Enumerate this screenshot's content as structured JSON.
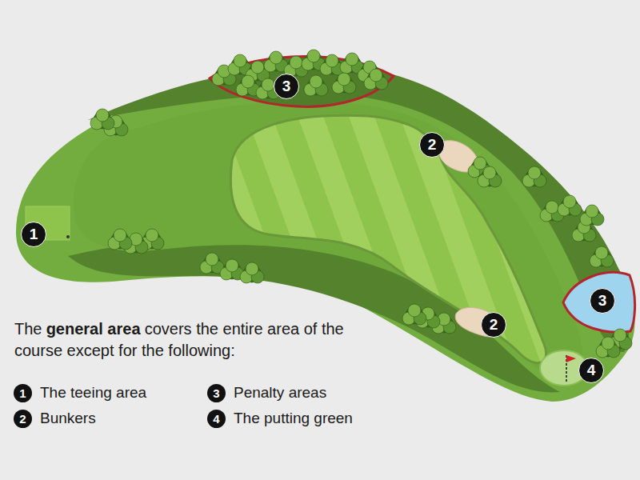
{
  "diagram": {
    "nodes": [
      {
        "text": [
          "3"
        ]
      },
      {
        "text": [
          "2"
        ]
      },
      {
        "text": [
          "1"
        ]
      },
      {
        "text": [
          "3"
        ]
      },
      {
        "text": [
          "2"
        ]
      },
      {
        "text": [
          "4"
        ]
      },
      {
        "text": [
          "1",
          "The teeing area"
        ]
      },
      {
        "text": [
          "3",
          "Penalty areas"
        ]
      },
      {
        "text": [
          "2",
          "Bunkers"
        ]
      },
      {
        "text": [
          "4",
          "The putting green"
        ]
      }
    ],
    "labels": [
      "The",
      "general area",
      "covers the entire area of the course except for the following:"
    ]
  }
}
